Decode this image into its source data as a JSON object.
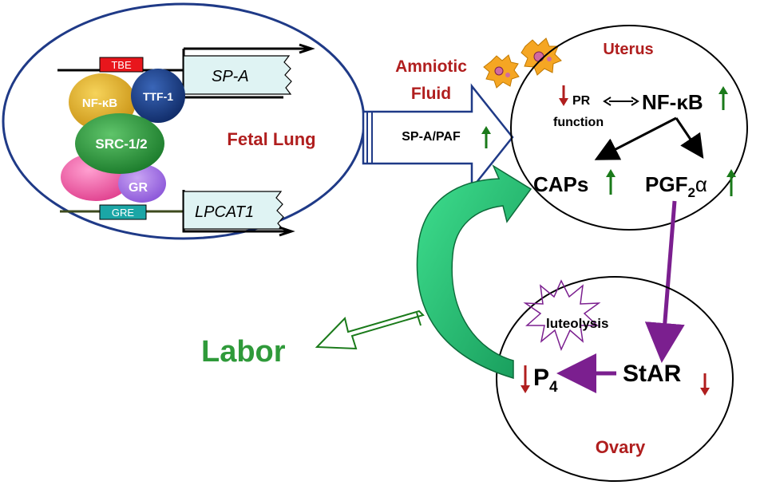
{
  "fetal_lung": {
    "title": "Fetal Lung",
    "elements": {
      "tbe": "TBE",
      "gre": "GRE"
    },
    "genes": {
      "sp_a": "SP-A",
      "lpcat1": "LPCAT1"
    },
    "factors": {
      "nfkb": "NF-κB",
      "ttf1": "TTF-1",
      "src": "SRC-1/2",
      "gr": "GR"
    }
  },
  "amniotic": {
    "label_line1": "Amniotic",
    "label_line2": "Fluid",
    "arrow_label": "SP-A/PAF"
  },
  "uterus": {
    "title": "Uterus",
    "pr": "PR",
    "pr_function": "function",
    "nfkb": "NF-κB",
    "caps": "CAPs",
    "pgf_main": "PGF",
    "pgf_sub": "2",
    "pgf_alpha": "α"
  },
  "ovary": {
    "title": "Ovary",
    "luteolysis": "luteolysis",
    "star": "StAR",
    "p_main": "P",
    "p_sub": "4"
  },
  "outcome": {
    "labor": "Labor"
  },
  "colors": {
    "dark_red": "#b01e1e",
    "green_text": "#2f9a3a",
    "green_arrow": "#1a7a1a",
    "purple": "#7b1f8f",
    "navy": "#1f3a87",
    "teal_arrow": "#2ec77a"
  }
}
